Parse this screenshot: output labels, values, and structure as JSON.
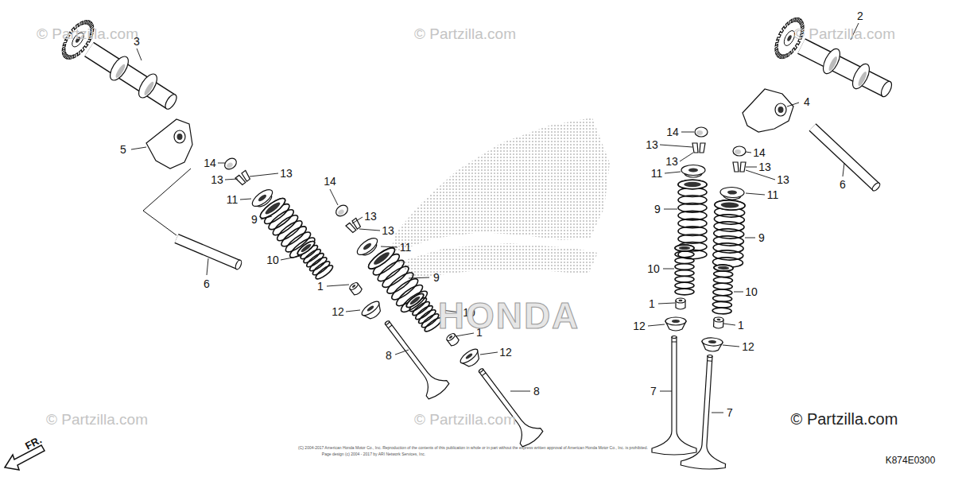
{
  "diagram": {
    "labels": [
      "© Partzilla.com",
      "© Partzilla.com",
      "© Partzilla.com",
      "3",
      "2",
      "5",
      "4",
      "14",
      "13",
      "13",
      "11",
      "9",
      "14",
      "13",
      "13",
      "11",
      "14",
      "13",
      "13",
      "11",
      "6",
      "14",
      "13",
      "13",
      "11",
      "9",
      "9",
      "10",
      "9",
      "6",
      "10",
      "10",
      "1",
      "1",
      "12",
      "10",
      "1",
      "12",
      "1",
      "HONDA",
      "12",
      "12",
      "8",
      "8",
      "7",
      "7",
      "© Partzilla.com",
      "© Partzilla.com",
      "© Partzilla.com",
      "FR.",
      "(C) 2004-2017 American Honda Motor Co., Inc. Reproduction of the contents of this publication in whole or in part without the express written approval of American Honda Motor Co., Inc. is prohibited.",
      "Page design (c) 2004 - 2017 by ARI Network Services, Inc.",
      "K874E0300"
    ]
  }
}
